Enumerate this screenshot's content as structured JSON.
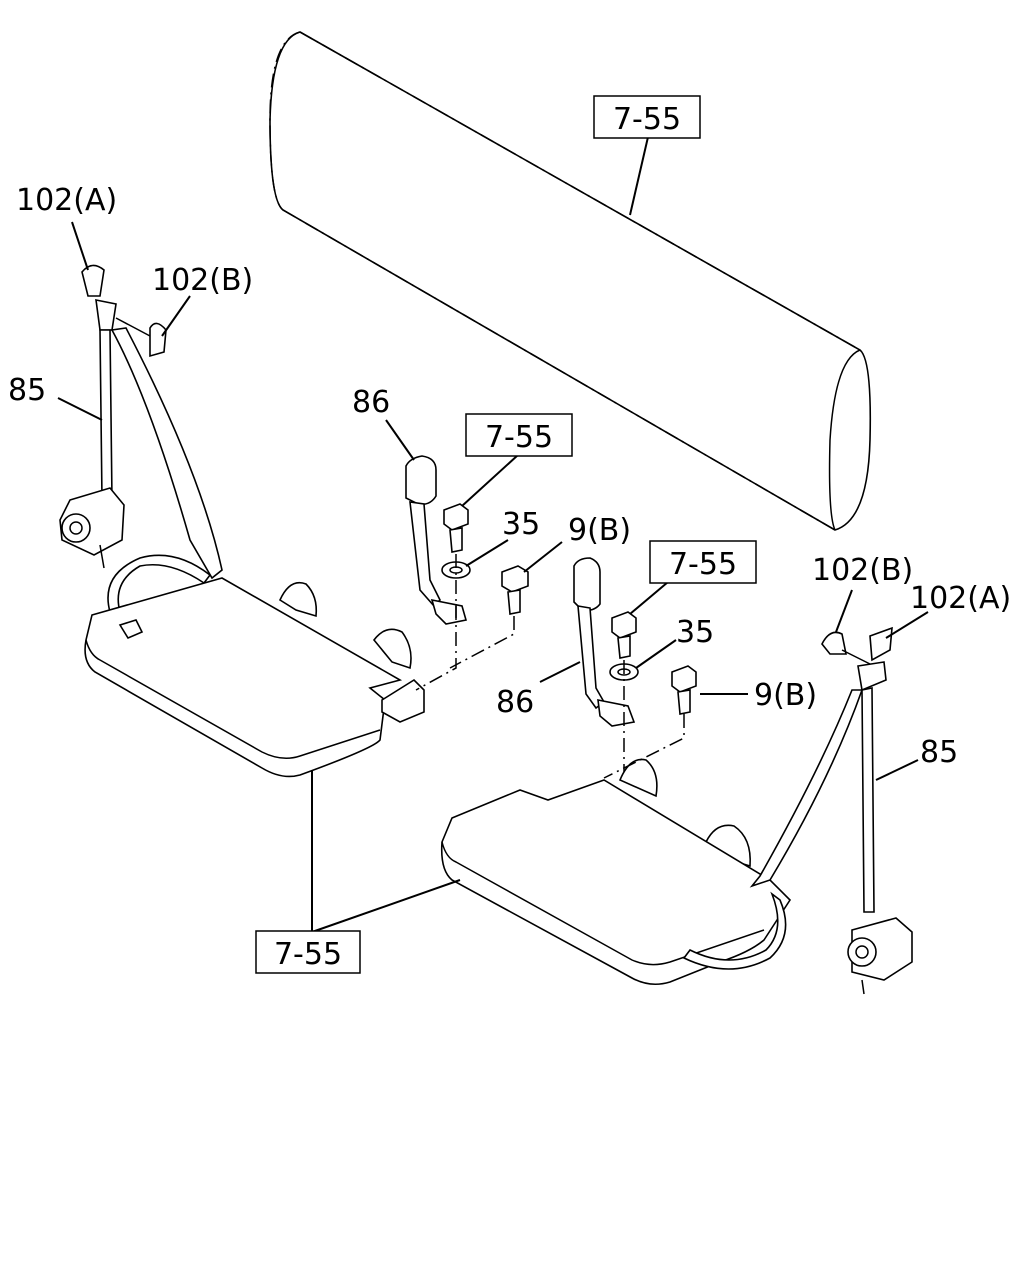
{
  "callouts": {
    "ref_backrest": "7-55",
    "ref_bolt_left": "7-55",
    "ref_bolt_right": "7-55",
    "ref_cushions": "7-55",
    "left_102a": "102(A)",
    "left_102b": "102(B)",
    "left_85": "85",
    "left_86": "86",
    "left_35": "35",
    "left_9b": "9(B)",
    "right_102b": "102(B)",
    "right_102a": "102(A)",
    "right_85": "85",
    "right_86": "86",
    "right_35": "35",
    "right_9b": "9(B)"
  }
}
